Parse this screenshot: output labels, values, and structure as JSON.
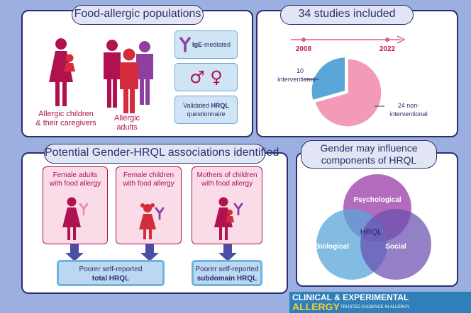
{
  "panel1": {
    "title": "Food-allergic populations",
    "children_label_1": "Allergic children",
    "children_label_2": "& their caregivers",
    "adults_label_1": "Allergic",
    "adults_label_2": "adults",
    "ige_prefix": "IgE",
    "ige_suffix": "-mediated",
    "gender_symbols": "♂ ♀",
    "hrql_line1_a": "Validated ",
    "hrql_line1_b": "HRQL",
    "hrql_line2": "questionnaire"
  },
  "panel2": {
    "title": "34 studies included",
    "year_start": "2008",
    "year_end": "2022",
    "interventional_count": "10",
    "interventional_label": "interventional",
    "non_interventional_label_1": "24 non-",
    "non_interventional_label_2": "interventional"
  },
  "chart_data": {
    "type": "pie",
    "title": "34 studies included",
    "categories": [
      "interventional",
      "non-interventional"
    ],
    "values": [
      10,
      24
    ],
    "colors": [
      "#5aa6d8",
      "#f29ab6"
    ]
  },
  "panel3": {
    "title": "Potential Gender-HRQL associations identified",
    "cards": [
      {
        "line1": "Female adults",
        "line2": "with food allergy"
      },
      {
        "line1": "Female children",
        "line2": "with food allergy"
      },
      {
        "line1": "Mothers of children",
        "line2": "with food allergy"
      }
    ],
    "out1_line1": "Poorer self-reported",
    "out1_line2": "total HRQL",
    "out2_line1": "Poorer self-reported",
    "out2_line2": "subdomain HRQL"
  },
  "panel4": {
    "title_line1": "Gender may influence",
    "title_line2": "components of HRQL",
    "psychological": "Psychological",
    "biological": "Biological",
    "social": "Social",
    "center": "HRQL"
  },
  "journal": {
    "line1": "CLINICAL & EXPERIMENTAL",
    "line2": "ALLERGY",
    "tagline": "TRUSTED EVIDENCE IN ALLERGY"
  },
  "colors": {
    "navy": "#2a2f6e",
    "magenta": "#b0124f",
    "pink": "#f29ab6",
    "blue": "#5aa6d8",
    "purple": "#8f3fa0",
    "red": "#d42c3c"
  }
}
